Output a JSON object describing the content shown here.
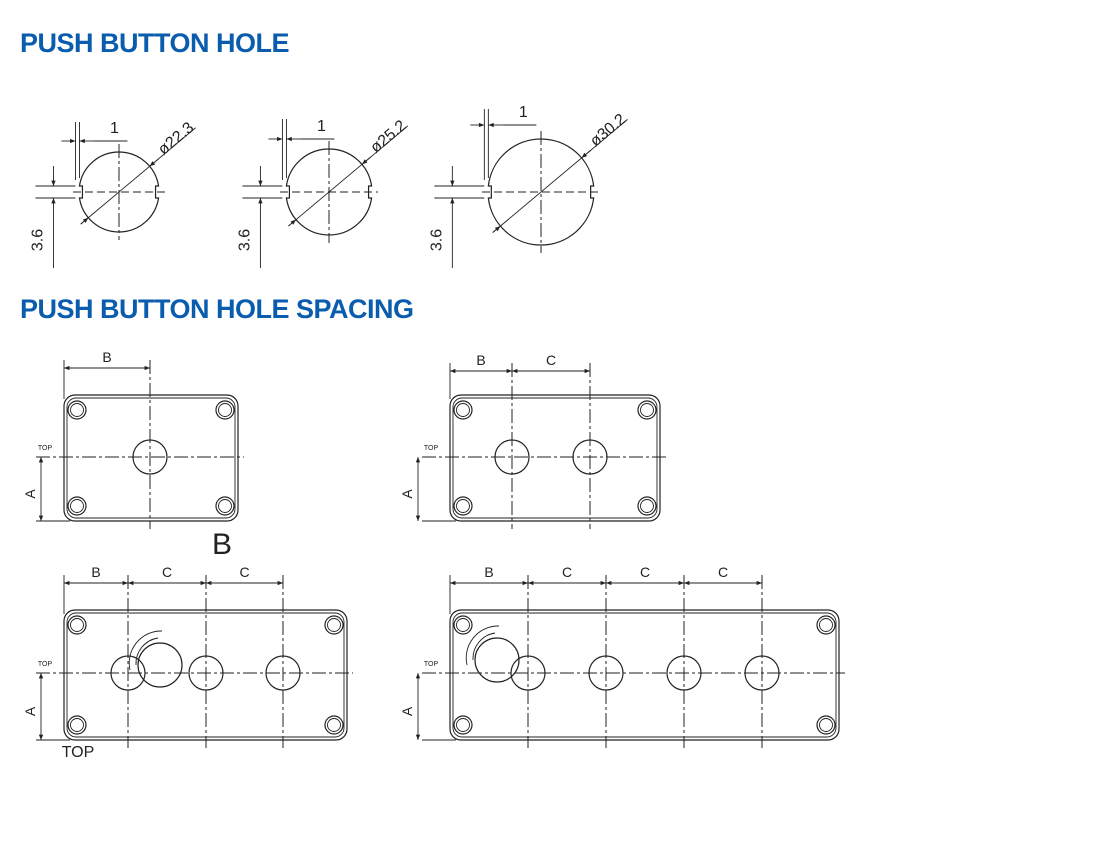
{
  "headings": {
    "hole": "PUSH BUTTON HOLE",
    "spacing": "PUSH BUTTON HOLE SPACING"
  },
  "holes": [
    {
      "diameter": "ø22.3",
      "gap": "1",
      "key": "3.6"
    },
    {
      "diameter": "ø25.2",
      "gap": "1",
      "key": "3.6"
    },
    {
      "diameter": "ø30.2",
      "gap": "1",
      "key": "3.6"
    }
  ],
  "plates": [
    {
      "dims": [
        "B"
      ],
      "a": "A",
      "top": "TOP",
      "caption": "B"
    },
    {
      "dims": [
        "B",
        "C"
      ],
      "a": "A",
      "top": "TOP"
    },
    {
      "dims": [
        "B",
        "C",
        "C"
      ],
      "a": "A",
      "top": "TOP",
      "caption": "TOP"
    },
    {
      "dims": [
        "B",
        "C",
        "C",
        "C"
      ],
      "a": "A",
      "top": "TOP"
    }
  ],
  "colors": {
    "heading": "#0a5cae",
    "line": "#222222"
  }
}
